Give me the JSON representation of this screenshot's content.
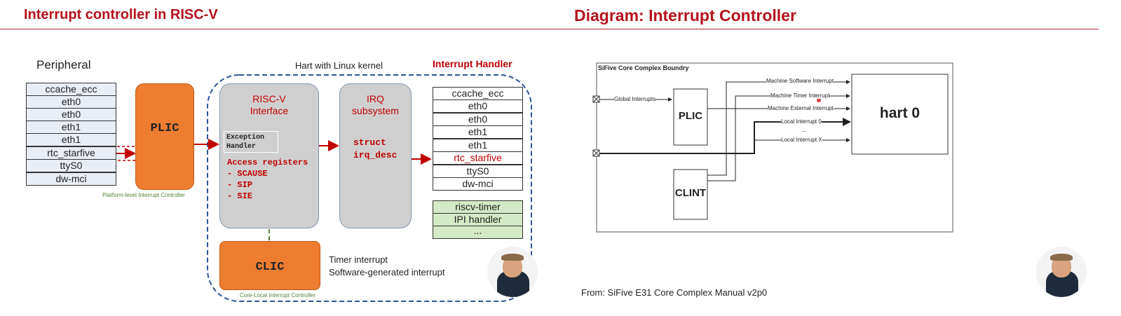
{
  "left": {
    "title": "Interrupt controller in RISC-V",
    "peripheral_label": "Peripheral",
    "peripherals": [
      "ccache_ecc",
      "eth0",
      "eth0",
      "eth1",
      "eth1",
      "rtc_starfive",
      "ttyS0",
      "dw-mci"
    ],
    "plic": {
      "label": "PLIC",
      "caption": "Platform-level Interrupt Controller"
    },
    "hart_label": "Hart with Linux kernel",
    "riscv_interface": {
      "title_line1": "RISC-V",
      "title_line2": "Interface",
      "exception_line1": "Exception",
      "exception_line2": "Handler",
      "access_title": "Access registers",
      "registers": [
        "- SCAUSE",
        "- SIP",
        "- SIE"
      ]
    },
    "irq_subsystem": {
      "line1": "IRQ",
      "line2": "subsystem",
      "struct_line1": "struct",
      "struct_line2": "irq_desc"
    },
    "interrupt_handler": {
      "title": "Interrupt Handler",
      "items": [
        "ccache_ecc",
        "eth0",
        "eth0",
        "eth1",
        "eth1",
        "rtc_starfive",
        "ttyS0",
        "dw-mci"
      ],
      "local_items": [
        "riscv-timer",
        "IPI handler",
        "..."
      ]
    },
    "clic": {
      "label": "CLIC",
      "caption": "Core-Local Interrupt Controller",
      "note_line1": "Timer interrupt",
      "note_line2": "Software-generated interrupt"
    }
  },
  "right": {
    "title": "Diagram: Interrupt Controller",
    "boundary_label": "SiFive Core Complex Boundry",
    "global_interrupts": "Global Interrupts",
    "plic": "PLIC",
    "clint": "CLINT",
    "hart": "hart 0",
    "signals": [
      "Machine Software Interrupt",
      "Machine Timer Interrupt",
      "Machine External Interrupt",
      "Local Interrupt 0",
      "...",
      "Local Interrupt X"
    ],
    "source": "From: SiFive E31 Core Complex Manual v2p0"
  },
  "colors": {
    "accent_red": "#b5121b",
    "plic_orange": "#ed7d31",
    "gray_box": "#d0cfd0",
    "handler_green": "#d4e9c5",
    "list_blue": "#e8edf6"
  }
}
